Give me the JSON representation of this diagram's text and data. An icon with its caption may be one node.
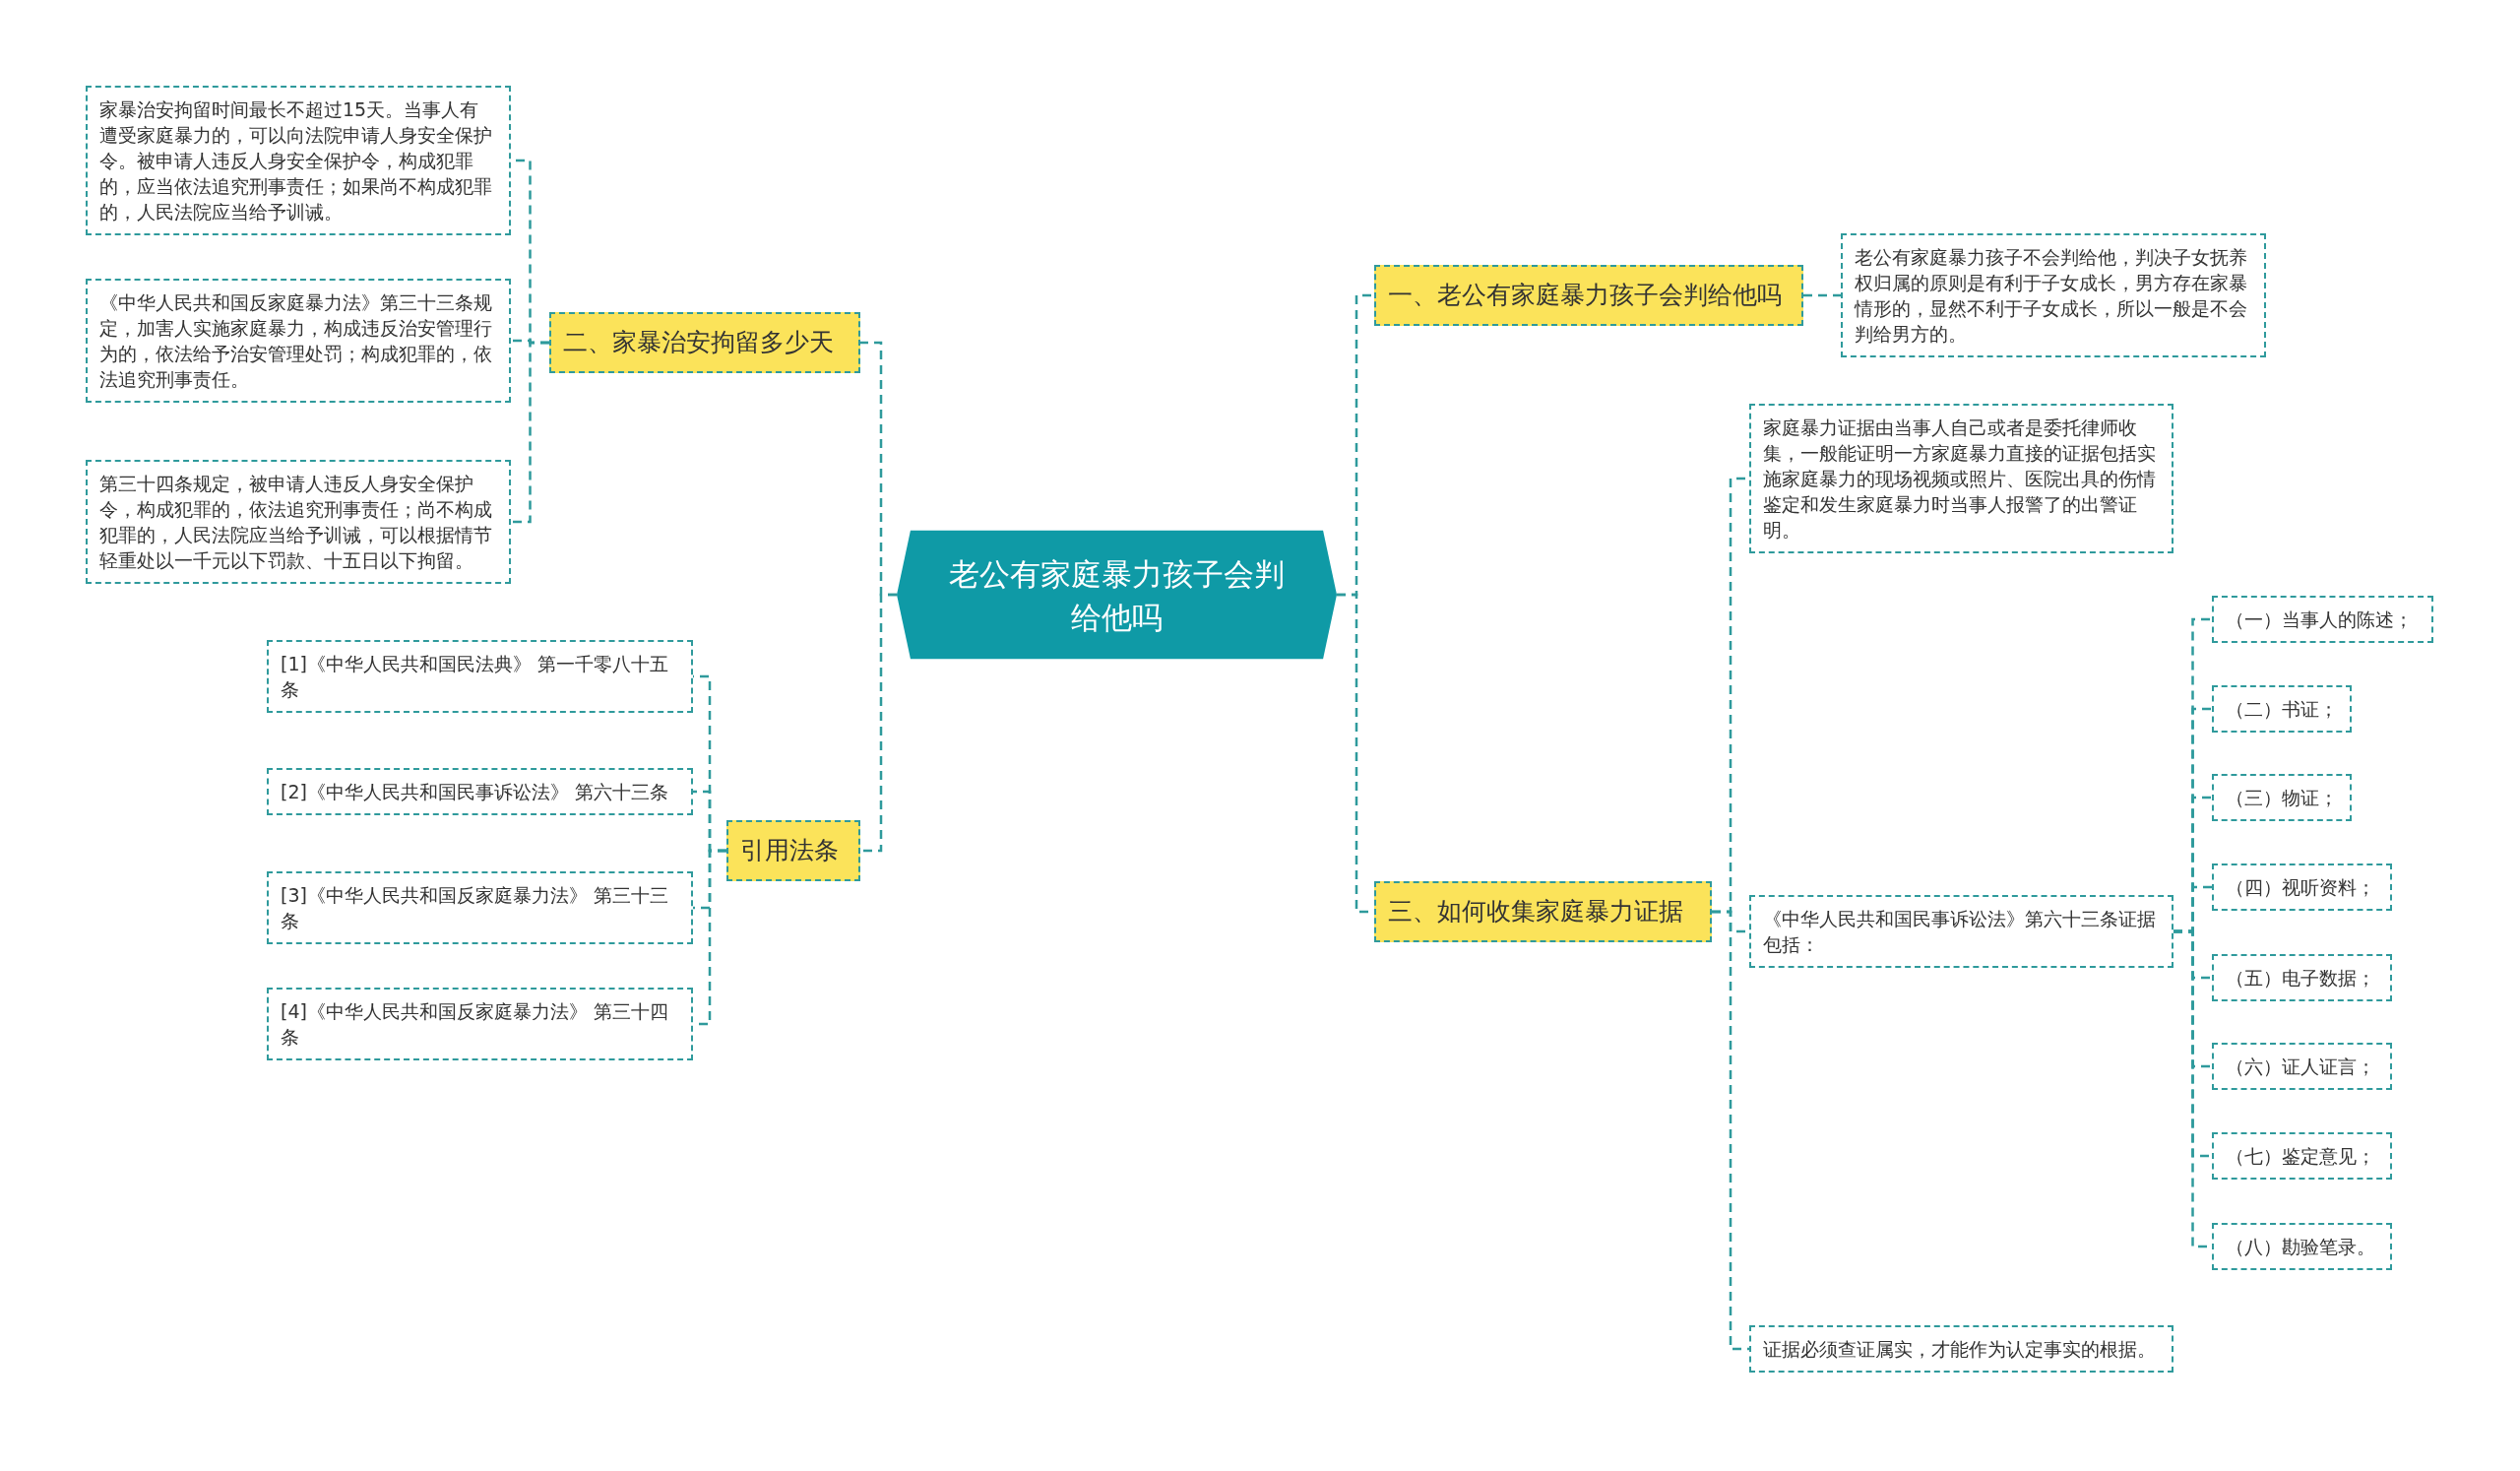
{
  "diagram": {
    "nodes": [
      {
        "text": [
          "老公有家庭暴力孩子会判给他吗"
        ]
      },
      {
        "text": [
          "二、家暴治安拘留多少天"
        ]
      },
      {
        "text": [
          "家暴治安拘留时间最长不超过15天。当事人有遭受家庭暴力的，可以向法院申请人身安全保护令。被申请人违反人身安全保护令，构成犯罪的，应当依法追究刑事责任；如果尚不构成犯罪的，人民法院应当给予训诫。"
        ]
      },
      {
        "text": [
          "《中华人民共和国反家庭暴力法》第三十三条规定，加害人实施家庭暴力，构成违反治安管理行为的，依法给予治安管理处罚；构成犯罪的，依法追究刑事责任。"
        ]
      },
      {
        "text": [
          "第三十四条规定，被申请人违反人身安全保护令，构成犯罪的，依法追究刑事责任；尚不构成犯罪的，人民法院应当给予训诫，可以根据情节轻重处以一千元以下罚款、十五日以下拘留。"
        ]
      },
      {
        "text": [
          "引用法条"
        ]
      },
      {
        "text": [
          "[1]《中华人民共和国民法典》 第一千零八十五条"
        ]
      },
      {
        "text": [
          "[2]《中华人民共和国民事诉讼法》 第六十三条"
        ]
      },
      {
        "text": [
          "[3]《中华人民共和国反家庭暴力法》 第三十三条"
        ]
      },
      {
        "text": [
          "[4]《中华人民共和国反家庭暴力法》 第三十四条"
        ]
      },
      {
        "text": [
          "一、老公有家庭暴力孩子会判给他吗"
        ]
      },
      {
        "text": [
          "老公有家庭暴力孩子不会判给他，判决子女抚养权归属的原则是有利于子女成长，男方存在家暴情形的，显然不利于子女成长，所以一般是不会判给男方的。"
        ]
      },
      {
        "text": [
          "三、如何收集家庭暴力证据"
        ]
      },
      {
        "text": [
          "家庭暴力证据由当事人自己或者是委托律师收集，一般能证明一方家庭暴力直接的证据包括实施家庭暴力的现场视频或照片、医院出具的伤情鉴定和发生家庭暴力时当事人报警了的出警证明。"
        ]
      },
      {
        "text": [
          "《中华人民共和国民事诉讼法》第六十三条证据包括："
        ]
      },
      {
        "text": [
          "（一）当事人的陈述；"
        ]
      },
      {
        "text": [
          "（二）书证；"
        ]
      },
      {
        "text": [
          "（三）物证；"
        ]
      },
      {
        "text": [
          "（四）视听资料；"
        ]
      },
      {
        "text": [
          "（五）电子数据；"
        ]
      },
      {
        "text": [
          "（六）证人证言；"
        ]
      },
      {
        "text": [
          "（七）鉴定意见；"
        ]
      },
      {
        "text": [
          "（八）勘验笔录。"
        ]
      },
      {
        "text": [
          "证据必须查证属实，才能作为认定事实的根据。"
        ]
      }
    ],
    "edges": [
      {
        "from": 0,
        "to": 1,
        "arrow": "none",
        "style": "dashed"
      },
      {
        "from": 1,
        "to": 2,
        "arrow": "none",
        "style": "dashed"
      },
      {
        "from": 1,
        "to": 3,
        "arrow": "none",
        "style": "dashed"
      },
      {
        "from": 1,
        "to": 4,
        "arrow": "none",
        "style": "dashed"
      },
      {
        "from": 0,
        "to": 5,
        "arrow": "none",
        "style": "dashed"
      },
      {
        "from": 5,
        "to": 6,
        "arrow": "none",
        "style": "dashed"
      },
      {
        "from": 5,
        "to": 7,
        "arrow": "none",
        "style": "dashed"
      },
      {
        "from": 5,
        "to": 8,
        "arrow": "none",
        "style": "dashed"
      },
      {
        "from": 5,
        "to": 9,
        "arrow": "none",
        "style": "dashed"
      },
      {
        "from": 0,
        "to": 10,
        "arrow": "none",
        "style": "dashed"
      },
      {
        "from": 10,
        "to": 11,
        "arrow": "none",
        "style": "dashed"
      },
      {
        "from": 0,
        "to": 12,
        "arrow": "none",
        "style": "dashed"
      },
      {
        "from": 12,
        "to": 13,
        "arrow": "none",
        "style": "dashed"
      },
      {
        "from": 12,
        "to": 14,
        "arrow": "none",
        "style": "dashed"
      },
      {
        "from": 14,
        "to": 15,
        "arrow": "none",
        "style": "dashed"
      },
      {
        "from": 14,
        "to": 16,
        "arrow": "none",
        "style": "dashed"
      },
      {
        "from": 14,
        "to": 17,
        "arrow": "none",
        "style": "dashed"
      },
      {
        "from": 14,
        "to": 18,
        "arrow": "none",
        "style": "dashed"
      },
      {
        "from": 14,
        "to": 19,
        "arrow": "none",
        "style": "dashed"
      },
      {
        "from": 14,
        "to": 20,
        "arrow": "none",
        "style": "dashed"
      },
      {
        "from": 14,
        "to": 21,
        "arrow": "none",
        "style": "dashed"
      },
      {
        "from": 14,
        "to": 22,
        "arrow": "none",
        "style": "dashed"
      },
      {
        "from": 12,
        "to": 23,
        "arrow": "none",
        "style": "dashed"
      }
    ]
  }
}
